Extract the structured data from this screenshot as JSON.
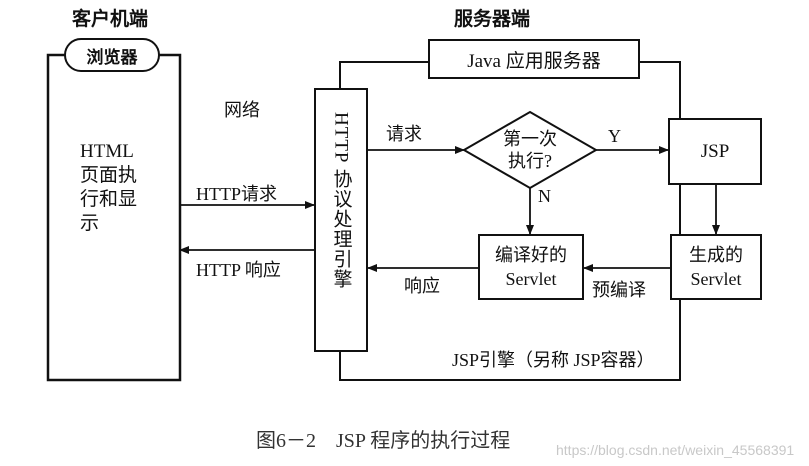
{
  "client": {
    "heading": "客户机端",
    "browser_label": "浏览器",
    "page_line1": "HTML",
    "page_line2": "页面执",
    "page_line3": "行和显",
    "page_line4": "示"
  },
  "server": {
    "heading": "服务器端",
    "app_server_label": "Java 应用服务器",
    "http_engine_text": "HTTP 协议处理引擎",
    "first_exec_line1": "第一次",
    "first_exec_line2": "执行?",
    "jsp_box": "JSP",
    "generate_line1": "生成的",
    "generate_line2": "Servlet",
    "compiled_line1": "编译好的",
    "compiled_line2": "Servlet",
    "engine_label": "JSP引擎（另称 JSP容器）"
  },
  "arrows": {
    "network": "网络",
    "http_request": "HTTP请求",
    "http_response": "HTTP 响应",
    "request": "请求",
    "yes": "Y",
    "no": "N",
    "response": "响应",
    "precompile": "预编译"
  },
  "caption": "图6－2　JSP 程序的执行过程",
  "watermark": "https://blog.csdn.net/weixin_45568391"
}
